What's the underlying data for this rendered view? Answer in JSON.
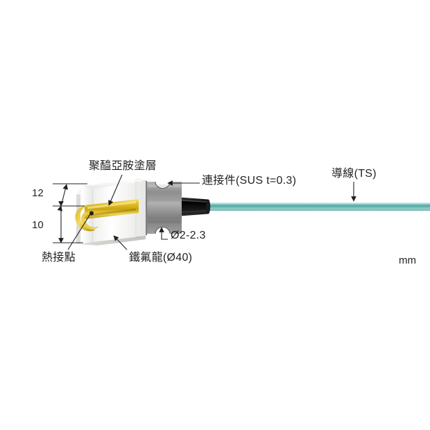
{
  "figure": {
    "title": "Surface temperature sensor probe technical diagram",
    "background_color": "#ffffff",
    "units_label": "mm"
  },
  "callouts": {
    "polyimide_coating": "聚醯亞胺塗層",
    "connector": "連接件(SUS t=0.3)",
    "lead_wire": "導線(TS)",
    "hole_diameter": "Ø2-2.3",
    "thermocouple_junction": "熱接點",
    "teflon_body": "鐵氟龍(Ø40)"
  },
  "dimensions": {
    "upper": "12",
    "lower": "10",
    "unit": "mm"
  },
  "colors": {
    "line": "#231f20",
    "text": "#231f20",
    "cable_teal": "#76bfbb",
    "cable_teal_dark": "#3f9a96",
    "cable_teal_light": "#cfe8e6",
    "sleeve_black": "#141414",
    "metal_grey": "#9a9a9a",
    "metal_grey_dark": "#6e6e6e",
    "metal_grey_light": "#c9c9c9",
    "body_white": "#f7f7f5",
    "body_shade": "#d9d9d6",
    "coating_gold": "#e8c21d",
    "coating_gold_dark": "#9e8209",
    "coating_gold_light": "#f7e27a"
  },
  "parts": [
    {
      "name": "teflon-body",
      "label": "鐵氟龍(Ø40)"
    },
    {
      "name": "polyimide-coating",
      "label": "聚醯亞胺塗層"
    },
    {
      "name": "sus-connector-plate",
      "label": "連接件(SUS t=0.3)"
    },
    {
      "name": "black-strain-relief",
      "label": ""
    },
    {
      "name": "lead-wire-cable",
      "label": "導線(TS)"
    }
  ]
}
